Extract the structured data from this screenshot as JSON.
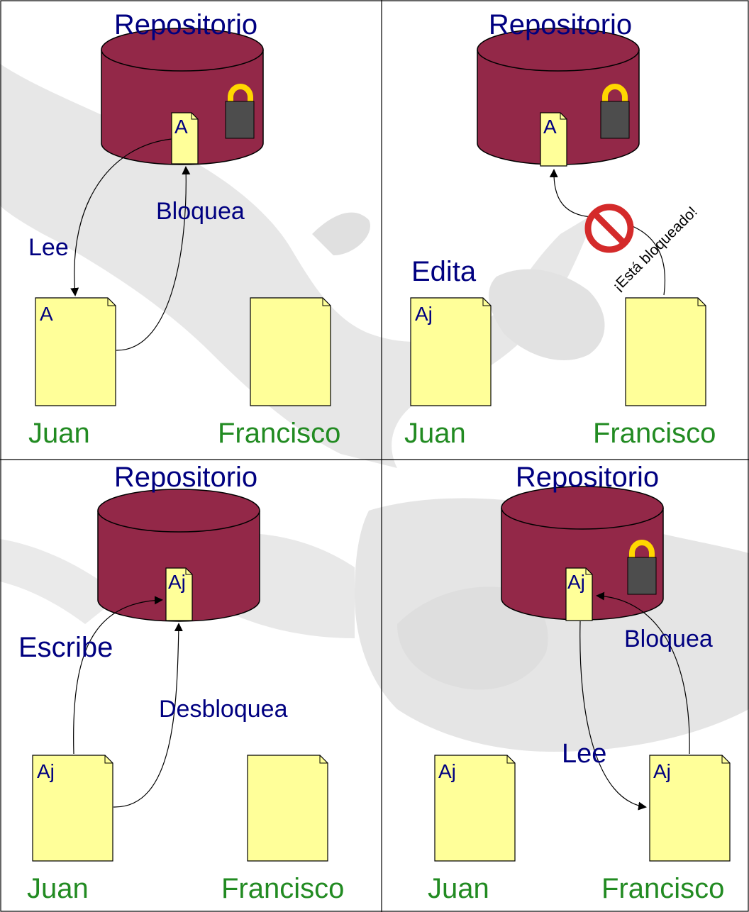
{
  "colors": {
    "repository": "#932848",
    "document": "#ffff99",
    "lock_body": "#4d4d4d",
    "lock_shackle": "#ffd700",
    "stop_sign": "#d42a2a",
    "title_text": "#000080",
    "user_text": "#228b22",
    "grid_line": "#000000",
    "turtle": "#d0d0d0"
  },
  "icons": {
    "repository": "database-cylinder-icon",
    "document": "document-page-icon",
    "lock": "padlock-icon",
    "forbidden": "no-entry-sign-icon",
    "background": "sea-turtle-watermark"
  },
  "panels": [
    {
      "title": "Repositorio",
      "repo_doc": "A",
      "locked": true,
      "juan_doc": "A",
      "francisco_doc": "",
      "juan": "Juan",
      "francisco": "Francisco",
      "label_1": "Lee",
      "label_2": "Bloquea"
    },
    {
      "title": "Repositorio",
      "repo_doc": "A",
      "locked": true,
      "juan_doc": "Aj",
      "francisco_doc": "",
      "juan": "Juan",
      "francisco": "Francisco",
      "label_1": "Edita",
      "warning": "¡Está bloqueado!"
    },
    {
      "title": "Repositorio",
      "repo_doc": "Aj",
      "locked": false,
      "juan_doc": "Aj",
      "francisco_doc": "",
      "juan": "Juan",
      "francisco": "Francisco",
      "label_1": "Escribe",
      "label_2": "Desbloquea"
    },
    {
      "title": "Repositorio",
      "repo_doc": "Aj",
      "locked": true,
      "juan_doc": "Aj",
      "francisco_doc": "Aj",
      "juan": "Juan",
      "francisco": "Francisco",
      "label_1": "Bloquea",
      "label_2": "Lee"
    }
  ]
}
